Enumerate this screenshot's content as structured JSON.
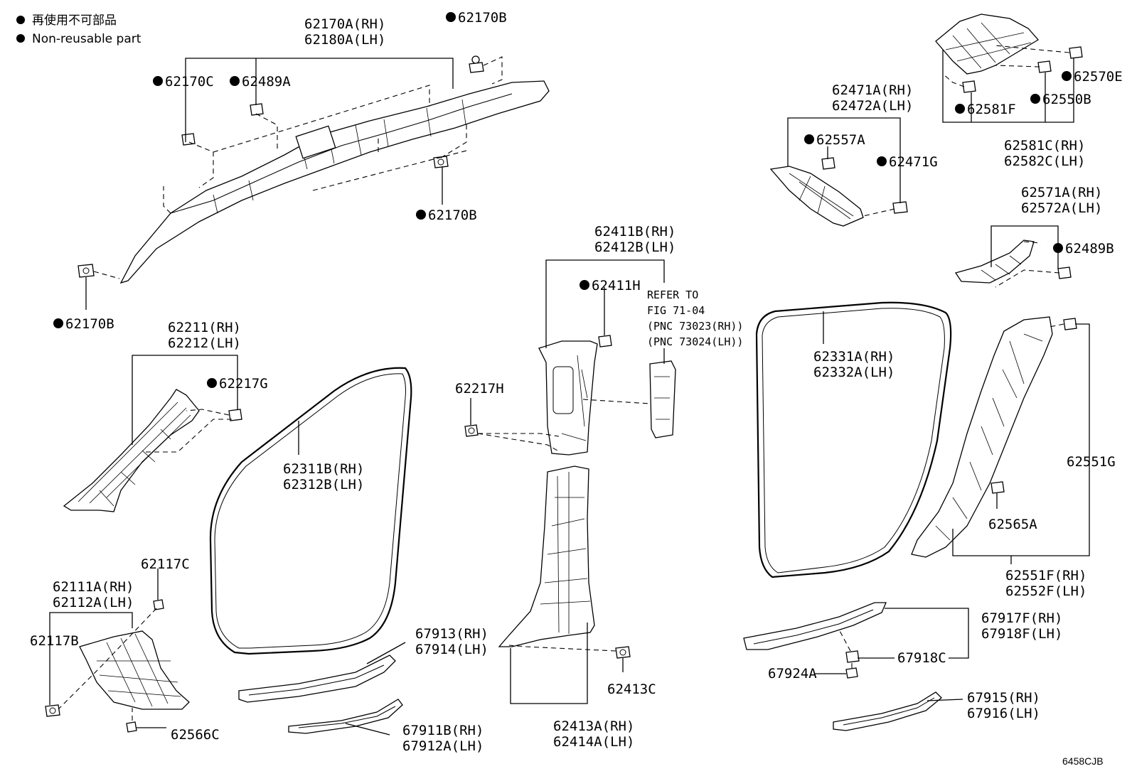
{
  "legend": {
    "line1": "再使用不可部品",
    "line2": "Non-reusable part"
  },
  "reference": {
    "line1": "REFER TO",
    "line2": "FIG 71-04",
    "line3": "(PNC 73023(RH))",
    "line4": "(PNC 73024(LH))"
  },
  "diagram_code": "6458CJB",
  "labels": {
    "p62170A_62180A": [
      "62170A(RH)",
      "62180A(LH)"
    ],
    "p62170B_top": "62170B",
    "p62170C": "62170C",
    "p62489A": "62489A",
    "p62170B_mid": "62170B",
    "p62170B_left": "62170B",
    "p62211_62212": [
      "62211(RH)",
      "62212(LH)"
    ],
    "p62217G": "62217G",
    "p62311B_62312B": [
      "62311B(RH)",
      "62312B(LH)"
    ],
    "p62117C": "62117C",
    "p62111A_62112A": [
      "62111A(RH)",
      "62112A(LH)"
    ],
    "p62117B": "62117B",
    "p62566C": "62566C",
    "p67913_67914": [
      "67913(RH)",
      "67914(LH)"
    ],
    "p67911B_67912A": [
      "67911B(RH)",
      "67912A(LH)"
    ],
    "p62217H": "62217H",
    "p62411B_62412B": [
      "62411B(RH)",
      "62412B(LH)"
    ],
    "p62411H": "62411H",
    "p62413C": "62413C",
    "p62413A_62414A": [
      "62413A(RH)",
      "62414A(LH)"
    ],
    "p62471A_62472A": [
      "62471A(RH)",
      "62472A(LH)"
    ],
    "p62557A": "62557A",
    "p62471G": "62471G",
    "p62570E": "62570E",
    "p62581F": "62581F",
    "p62550B": "62550B",
    "p62581C_62582C": [
      "62581C(RH)",
      "62582C(LH)"
    ],
    "p62571A_62572A": [
      "62571A(RH)",
      "62572A(LH)"
    ],
    "p62489B": "62489B",
    "p62331A_62332A": [
      "62331A(RH)",
      "62332A(LH)"
    ],
    "p62551G": "62551G",
    "p62565A": "62565A",
    "p62551F_62552F": [
      "62551F(RH)",
      "62552F(LH)"
    ],
    "p67917F_67918F": [
      "67917F(RH)",
      "67918F(LH)"
    ],
    "p67918C": "67918C",
    "p67924A": "67924A",
    "p67915_67916": [
      "67915(RH)",
      "67916(LH)"
    ]
  }
}
